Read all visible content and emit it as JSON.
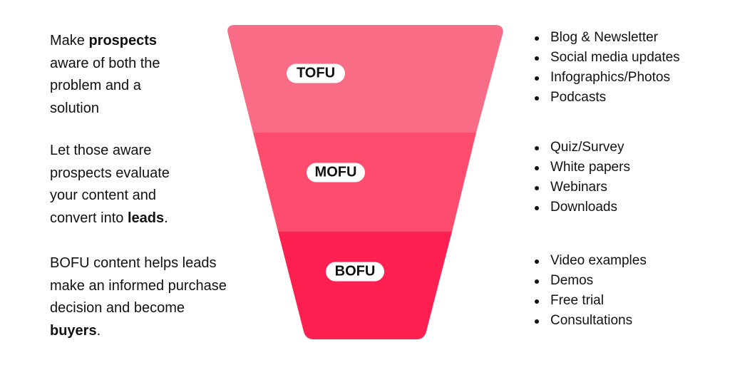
{
  "colors": {
    "tofu": "#F96C86",
    "mofu": "#FE4C6F",
    "bofu": "#FF2052"
  },
  "stages": [
    {
      "label": "TOFU",
      "desc": [
        {
          "t": "Make "
        },
        {
          "t": "prospects",
          "b": true
        },
        {
          "t": " aware of both the problem and a solution"
        }
      ],
      "items": [
        "Blog & Newsletter",
        "Social media updates",
        "Infographics/Photos",
        "Podcasts"
      ]
    },
    {
      "label": "MOFU",
      "desc": [
        {
          "t": "Let those aware prospects evaluate your content and convert into "
        },
        {
          "t": "leads",
          "b": true
        },
        {
          "t": "."
        }
      ],
      "items": [
        "Quiz/Survey",
        "White papers",
        "Webinars",
        "Downloads"
      ]
    },
    {
      "label": "BOFU",
      "desc": [
        {
          "t": "BOFU content helps leads make an informed purchase decision and become "
        },
        {
          "t": "buyers",
          "b": true
        },
        {
          "t": "."
        }
      ],
      "items": [
        "Video examples",
        "Demos",
        "Free trial",
        "Consultations"
      ]
    }
  ]
}
